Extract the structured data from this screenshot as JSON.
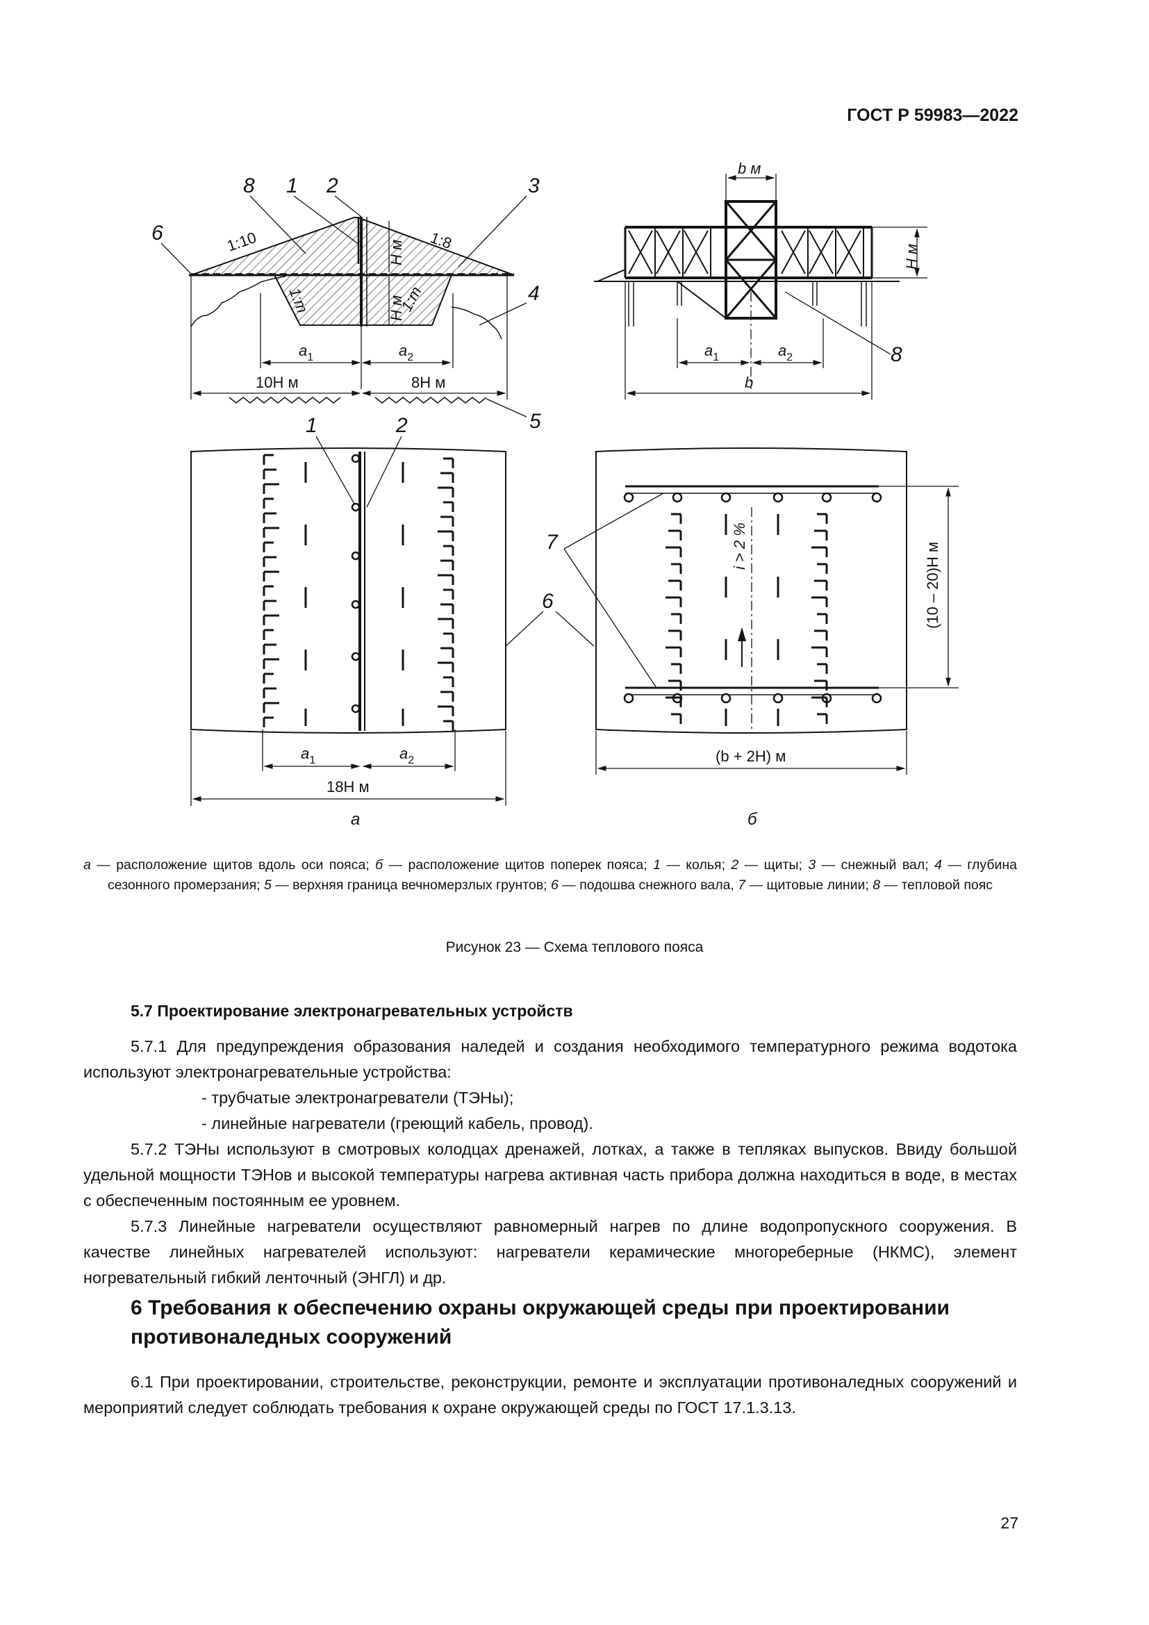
{
  "header": {
    "doc_id": "ГОСТ Р 59983—2022"
  },
  "figure": {
    "labels": {
      "l1": "1",
      "l2": "2",
      "l3": "3",
      "l4": "4",
      "l5": "5",
      "l6": "6",
      "l7": "7",
      "l8": "8",
      "slope_left": "1:10",
      "slope_right": "1:8",
      "slope_m": "1:m",
      "h_m": "Н м",
      "b_m": "b м",
      "b": "b",
      "a1": "a1",
      "a2": "a2",
      "dim_10h": "10Н м",
      "dim_8h": "8Н м",
      "dim_18h": "18Н м",
      "dim_b2h": "(b + 2H) м",
      "dim_10_20h": "(10 – 20)Н м",
      "slope_i": "i > 2 %",
      "sub_a": "а",
      "sub_b": "б"
    },
    "legend": [
      {
        "k": "а",
        "t": " — расположение щитов вдоль оси пояса; "
      },
      {
        "k": "б",
        "t": " — расположение щитов поперек пояса; "
      },
      {
        "k": "1",
        "t": " — колья; "
      },
      {
        "k": "2",
        "t": " — щиты; "
      },
      {
        "k": "3",
        "t": " — снежный вал; "
      },
      {
        "k": "4",
        "t": " — глубина сезонного промерзания; "
      },
      {
        "k": "5",
        "t": " — верхняя граница вечномерзлых грунтов; "
      },
      {
        "k": "6",
        "t": " — подошва снежного вала, "
      },
      {
        "k": "7",
        "t": " — щитовые линии; "
      },
      {
        "k": "8",
        "t": " — тепловой пояс"
      }
    ],
    "title": "Рисунок 23 — Схема теплового пояса"
  },
  "section_57": {
    "heading": "5.7 Проектирование электронагревательных устройств",
    "p1": "5.7.1 Для предупреждения образования наледей и создания необходимого температурного режима водотока используют электронагревательные устройства:",
    "item1": "- трубчатые электронагреватели (ТЭНы);",
    "item2": "-  линейные нагреватели (греющий кабель, провод).",
    "p2": "5.7.2 ТЭНы используют в смотровых колодцах дренажей, лотках, а также в тепляках выпусков. Ввиду большой удельной мощности ТЭНов и высокой температуры нагрева активная часть прибора должна находиться в воде, в местах с обеспеченным постоянным ее уровнем.",
    "p3": "5.7.3 Линейные нагреватели осуществляют равномерный нагрев по длине водопропускного сооружения. В качестве линейных нагревателей используют: нагреватели керамические многореберные (НКМС), элемент ногревательный гибкий ленточный (ЭНГЛ) и др."
  },
  "section_6": {
    "heading": "6 Требования к обеспечению охраны окружающей среды при проектировании противоналедных сооружений",
    "p1": "6.1 При проектировании, строительстве, реконструкции, ремонте и эксплуатации противоналедных сооружений и мероприятий следует соблюдать требования к охране окружающей среды по ГОСТ 17.1.3.13."
  },
  "page_number": "27"
}
